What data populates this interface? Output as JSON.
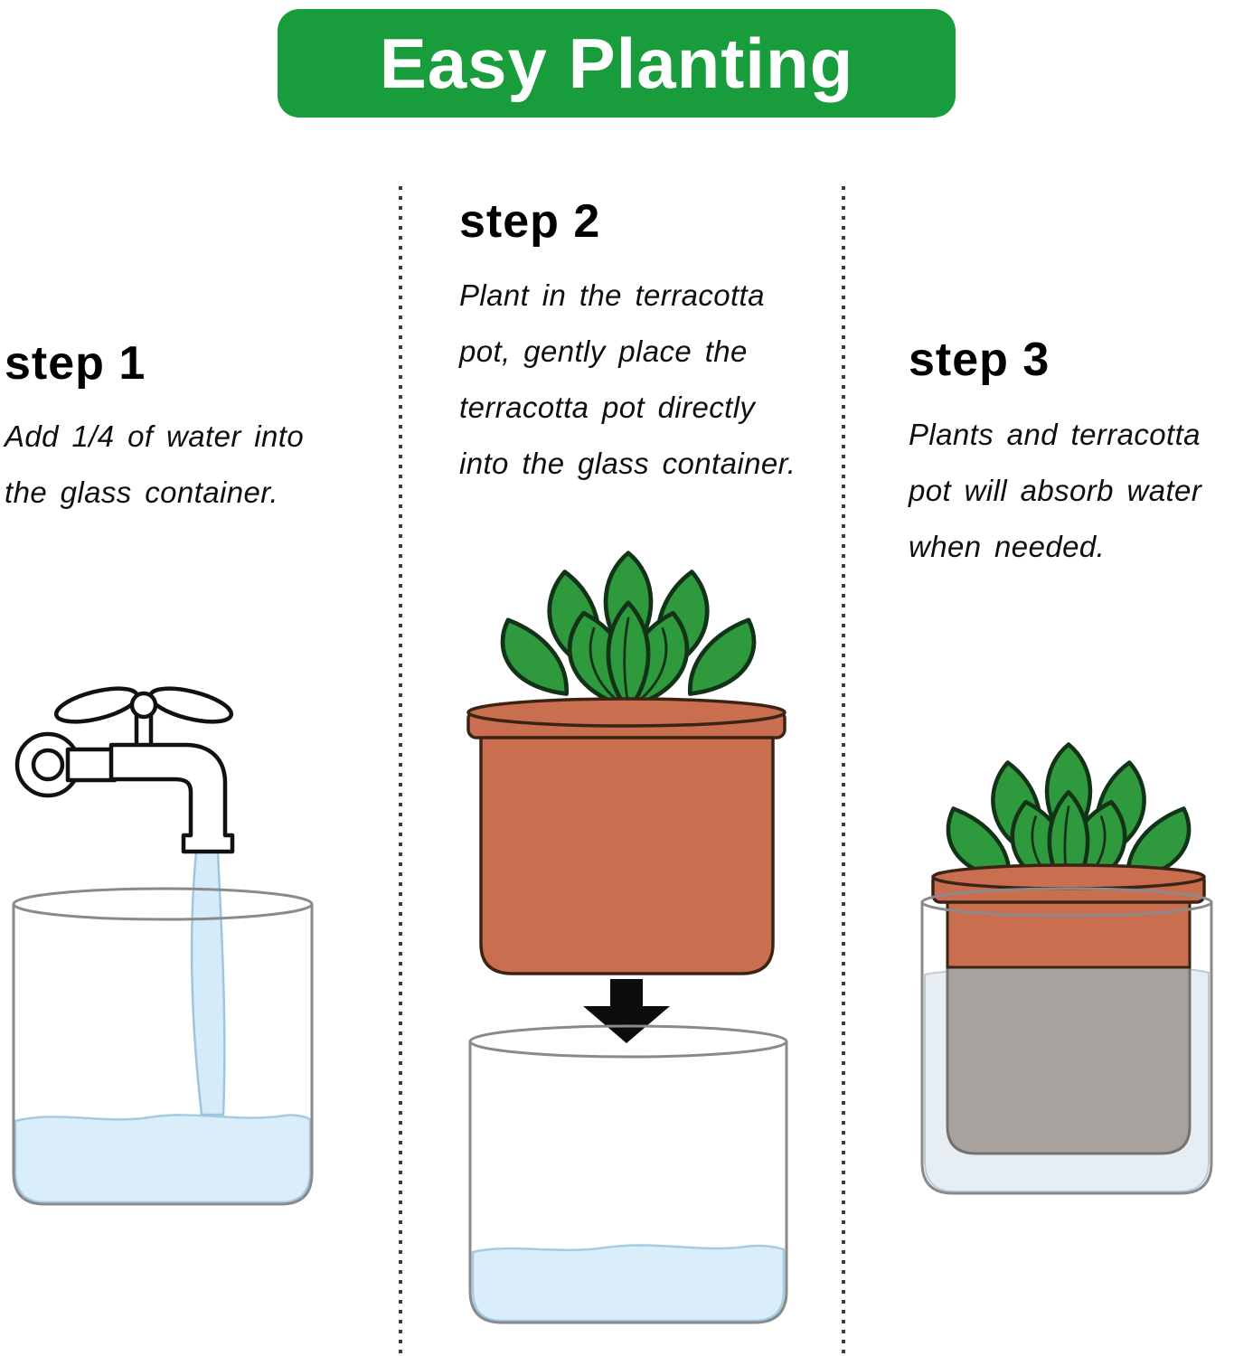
{
  "banner": {
    "title": "Easy Planting"
  },
  "steps": [
    {
      "heading": "step 1",
      "lines": [
        "Add 1/4 of water into",
        "the glass container."
      ]
    },
    {
      "heading": "step 2",
      "lines": [
        "Plant in the terracotta",
        "pot,  gently place the",
        "terracotta pot directly",
        "into the glass container."
      ]
    },
    {
      "heading": "step 3",
      "lines": [
        "Plants and terracotta",
        "pot will absorb water",
        "when needed."
      ]
    }
  ],
  "illustrations": {
    "step1": "faucet-filling-glass-container",
    "step2": "succulent-terracotta-pot-lowered-into-glass-container",
    "step3": "succulent-terracotta-pot-sitting-in-glass-container-with-water"
  },
  "colors": {
    "banner_green": "#189C3C",
    "leaf_green": "#2F9A3D",
    "terracotta": "#C96E4E",
    "water_blue": "#D9EDFA",
    "glass_gray": "#8A8A8A",
    "submerged_gray": "#A7A29D",
    "arrow_black": "#0C0C0C",
    "text": "#000000"
  }
}
